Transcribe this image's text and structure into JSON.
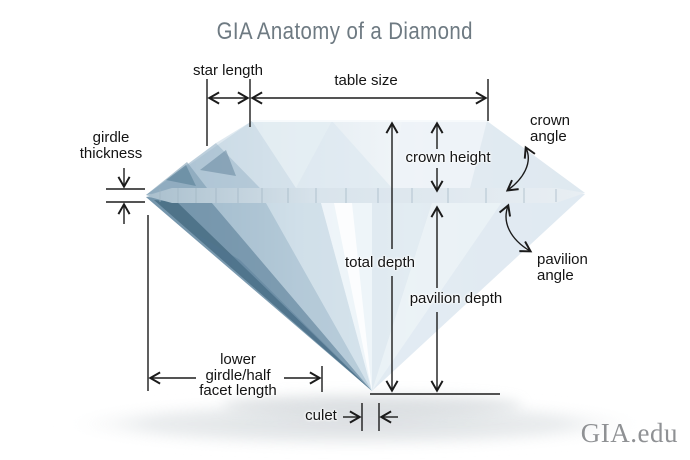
{
  "title": "GIA Anatomy of a Diamond",
  "watermark": "GIA.edu",
  "diagram_subject": "round brilliant diamond side profile photograph",
  "colors": {
    "background": "#ffffff",
    "title_text": "#6e7a82",
    "annotation_text": "#141414",
    "annotation_line": "#1b1b1b",
    "watermark_text": "#8f9194",
    "diamond_pale": "#e9f0f5",
    "diamond_blue": "#6c8ea6",
    "diamond_dark_blue": "#2f586e",
    "girdle_band": "#c9d8e2"
  },
  "annotations": {
    "star_length": {
      "label": "star length"
    },
    "table_size": {
      "label": "table size"
    },
    "girdle_thickness": {
      "line1": "girdle",
      "line2": "thickness"
    },
    "crown_angle": {
      "line1": "crown",
      "line2": "angle"
    },
    "crown_height": {
      "label": "crown height"
    },
    "total_depth": {
      "label": "total depth"
    },
    "pavilion_depth": {
      "label": "pavilion depth"
    },
    "pavilion_angle": {
      "line1": "pavilion",
      "line2": "angle"
    },
    "lower_girdle_half_facet": {
      "line1": "lower",
      "line2": "girdle/half",
      "line3": "facet length"
    },
    "culet": {
      "label": "culet"
    }
  }
}
